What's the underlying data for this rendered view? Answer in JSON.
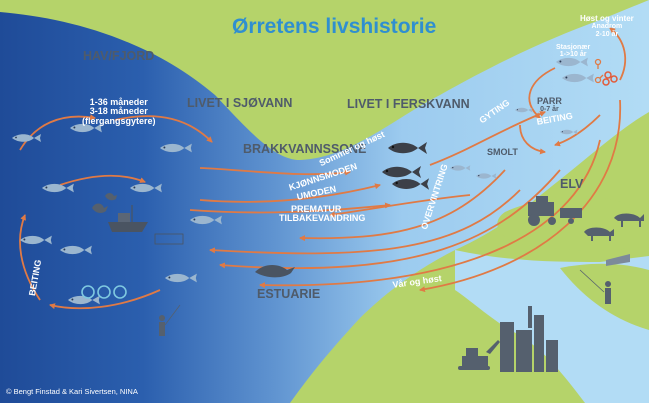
{
  "title": "Ørretens livshistorie",
  "credit": "© Bengt Finstad & Kari Sivertsen, NINA",
  "zones": {
    "hav_fjord": "HAV/FJORD",
    "livet_sjovann": "LIVET I SJØVANN",
    "brakkvann": "BRAKKVANNSSONE",
    "livet_ferskvann": "LIVET I FERSKVANN",
    "estuarie": "ESTUARIE",
    "elv": "ELV"
  },
  "labels": {
    "months_line1": "1-36 måneder",
    "months_line2": "3-18 måneder",
    "months_line3": "(flergangsgytere)",
    "sommer_host": "Sommer og høst",
    "kjonnsmoden": "KJØNNSMODEN",
    "umoden": "UMODEN",
    "prematur": "PREMATUR",
    "tilbakevandring": "TILBAKEVANDRING",
    "overvintring": "OVERVINTRING",
    "smolt": "SMOLT",
    "gyting": "GYTING",
    "parr": "PARR",
    "parr_years": "0-7 år",
    "beiting_fresh": "BEITING",
    "beiting_sea": "BEITING",
    "host_vinter": "Høst og vinter",
    "anadrom": "Anadrom",
    "anadrom_years": "2-10 år",
    "stasjonaer": "Stasjonær",
    "stasjonaer_years": "1->10 år",
    "var_host": "Vår og høst"
  },
  "colors": {
    "land": "#b5d36a",
    "sea_dark": "#234f9c",
    "sea_light": "#a9d7f2",
    "arrow": "#e07a45",
    "title": "#2f8fd0",
    "label_grey": "#4f5b6a",
    "fish": "#9bb6cf"
  }
}
